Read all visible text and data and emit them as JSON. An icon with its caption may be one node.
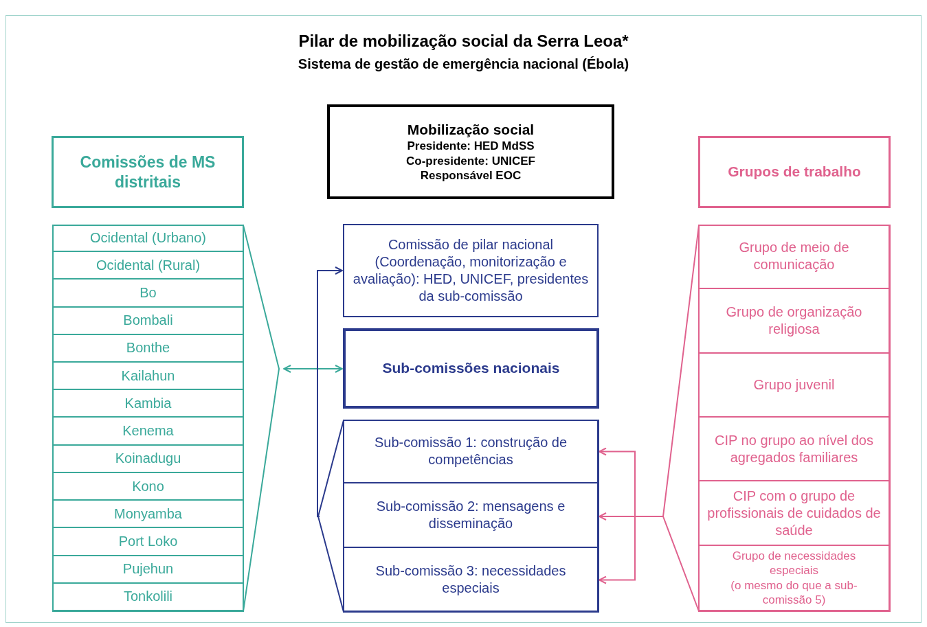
{
  "diagram": {
    "title": "Pilar de mobilização social da Serra Leoa*",
    "nodes": [
      {
        "text": [
          "Comissões de MS distritais"
        ]
      },
      {
        "text": [
          "Mobilização social",
          "Presidente: HED MdSS",
          "Co-presidente: UNICEF",
          "Responsável EOC"
        ]
      },
      {
        "text": [
          "Grupos de trabalho"
        ]
      },
      {
        "text": [],
        "shape": "box"
      },
      {
        "text": [
          "Ocidental (Urbano)"
        ],
        "in": 3
      },
      {
        "text": [
          "Ocidental (Rural)"
        ],
        "in": 3
      },
      {
        "text": [
          "Bo"
        ],
        "in": 3
      },
      {
        "text": [
          "Bombali"
        ],
        "in": 3
      },
      {
        "text": [
          "Bonthe"
        ],
        "in": 3
      },
      {
        "text": [
          "Kailahun"
        ],
        "in": 3
      },
      {
        "text": [
          "Kambia"
        ],
        "in": 3
      },
      {
        "text": [
          "Kenema"
        ],
        "in": 3
      },
      {
        "text": [
          "Koinadugu"
        ],
        "in": 3
      },
      {
        "text": [
          "Kono"
        ],
        "in": 3
      },
      {
        "text": [
          "Monyamba"
        ],
        "in": 3
      },
      {
        "text": [
          "Port Loko"
        ],
        "in": 3
      },
      {
        "text": [
          "Pujehun"
        ],
        "in": 3
      },
      {
        "text": [
          "Tonkolili"
        ],
        "in": 3
      },
      {
        "text": [
          "Comissão de pilar nacional (Coordenação, monitorização e avaliação): HED, UNICEF, presidentes da sub-comissão"
        ]
      },
      {
        "text": [
          "Sub-comissões nacionais"
        ]
      },
      {
        "text": [],
        "shape": "box"
      },
      {
        "text": [
          "Sub-comissão 1: construção de competências"
        ],
        "in": 20
      },
      {
        "text": [
          "Sub-comissão 2: mensagens e disseminação"
        ],
        "in": 20
      },
      {
        "text": [
          "Sub-comissão 3: necessidades especiais"
        ],
        "in": 20
      },
      {
        "text": [],
        "shape": "box"
      },
      {
        "text": [
          "Grupo de meio de comunicação"
        ],
        "in": 24
      },
      {
        "text": [
          "Grupo de organização religiosa"
        ],
        "in": 24
      },
      {
        "text": [
          "Grupo juvenil"
        ],
        "in": 24
      },
      {
        "text": [
          "CIP no grupo ao nível dos agregados familiares"
        ],
        "in": 24
      },
      {
        "text": [
          "CIP com o grupo de profissionais de cuidados de saúde"
        ],
        "in": 24
      },
      {
        "text": [
          "Grupo de necessidades especiais",
          "(o mesmo do que a sub-comissão 5)"
        ],
        "in": 24
      }
    ],
    "edges": [
      {
        "from": 3,
        "to": 19,
        "arrow": "both",
        "color": "#3aa99a"
      },
      {
        "from": 20,
        "to": 18,
        "arrow": "to",
        "color": "#2b3a8c"
      },
      {
        "from": 24,
        "to": 21,
        "arrow": "to",
        "color": "#e0628e"
      },
      {
        "from": 24,
        "to": 22,
        "arrow": "to",
        "color": "#e0628e"
      },
      {
        "from": 24,
        "to": 23,
        "arrow": "to",
        "color": "#e0628e"
      }
    ],
    "labels": [
      "Sistema de gestão de emergência nacional (Ébola)"
    ]
  }
}
